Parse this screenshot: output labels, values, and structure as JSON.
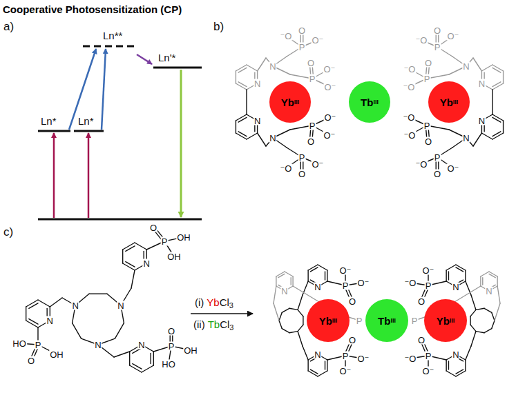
{
  "diagram": {
    "title": "Cooperative Photosensitization (CP)",
    "nodes": [
      {
        "text": [
          "Yb",
          "III"
        ]
      },
      {
        "text": [
          "Tb",
          "III"
        ]
      },
      {
        "text": [
          "Yb",
          "III"
        ]
      },
      {
        "text": [
          "Yb",
          "III"
        ]
      },
      {
        "text": [
          "Tb",
          "III"
        ]
      },
      {
        "text": [
          "Yb",
          "III"
        ]
      }
    ],
    "labels": [
      "a)",
      "b)",
      "c)",
      "Ln*",
      "Ln*",
      "Ln**",
      "Ln'*",
      "N",
      "N",
      "N",
      "N",
      "P",
      "O⁻",
      "⁻O",
      "O",
      "P",
      "O⁻",
      "O⁻",
      "O",
      "P",
      "O⁻",
      "O⁻",
      "O",
      "P",
      "O⁻",
      "⁻O",
      "O",
      "N",
      "N",
      "N",
      "N",
      "P",
      "⁻O",
      "O⁻",
      "O",
      "P",
      "⁻O",
      "⁻O",
      "O",
      "P",
      "⁻O",
      "⁻O",
      "O",
      "P",
      "⁻O",
      "O⁻",
      "O",
      "(i)",
      "Yb",
      "Cl",
      "3",
      "(ii)",
      "Tb",
      "Cl",
      "3",
      "N",
      "N",
      "N",
      "N",
      "N",
      "N",
      "P",
      "O",
      "OH",
      "OH",
      "P",
      "HO",
      "O",
      "OH",
      "P",
      "O",
      "OH",
      "HO",
      "N",
      "N",
      "N",
      "P",
      "O⁻",
      "O⁻",
      "O",
      "P",
      "P",
      "O⁻",
      "O⁻",
      "O",
      "N",
      "N",
      "N",
      "P",
      "O⁻",
      "⁻O",
      "O",
      "P",
      "P",
      "O⁻",
      "⁻O",
      "O"
    ]
  }
}
